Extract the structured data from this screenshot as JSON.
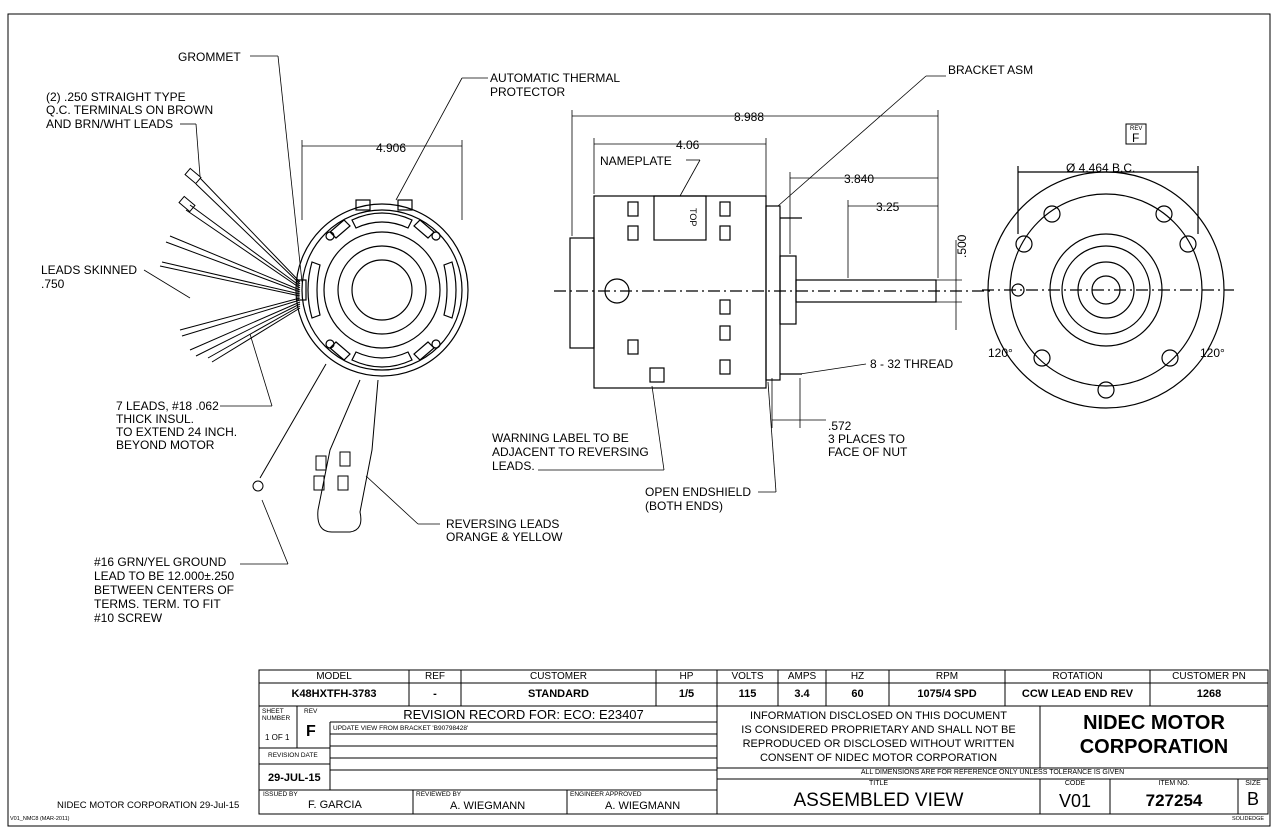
{
  "labels": {
    "grommet": "GROMMET",
    "terminals": [
      "(2) .250 STRAIGHT TYPE",
      "Q.C. TERMINALS ON BROWN",
      "AND BRN/WHT LEADS"
    ],
    "leads_skinned": [
      "LEADS SKINNED",
      ".750"
    ],
    "seven_leads": [
      "7 LEADS, #18 .062",
      "THICK INSUL.",
      "TO EXTEND 24 INCH.",
      "BEYOND MOTOR"
    ],
    "ground": [
      "#16 GRN/YEL GROUND",
      "LEAD TO BE 12.000±.250",
      "BETWEEN CENTERS OF",
      "TERMS. TERM. TO FIT",
      " #10 SCREW"
    ],
    "thermal": [
      "AUTOMATIC THERMAL",
      "PROTECTOR"
    ],
    "reversing": [
      "REVERSING LEADS",
      "ORANGE & YELLOW"
    ],
    "nameplate": "NAMEPLATE",
    "top": "TOP",
    "warning": [
      "WARNING LABEL TO BE",
      "ADJACENT TO REVERSING",
      "LEADS."
    ],
    "open_endshield": [
      "OPEN ENDSHIELD",
      "(BOTH ENDS)"
    ],
    "bracket_asm": "BRACKET ASM",
    "thread": "8 - 32 THREAD",
    "places": [
      ".572",
      "3 PLACES TO",
      "FACE OF NUT"
    ],
    "rev_mark": "F",
    "rev_small": "REV"
  },
  "dimensions": {
    "front_width": "4.906",
    "overall": "8.988",
    "body": "4.06",
    "shaft1": "3.840",
    "shaft2": "3.25",
    "shaft_dia": ".500",
    "bolt_circle": "Ø 4.464 B.C.",
    "angle_left": "120°",
    "angle_right": "120°"
  },
  "title_block": {
    "headers": {
      "model": "MODEL",
      "ref": "REF",
      "customer": "CUSTOMER",
      "hp": "HP",
      "volts": "VOLTS",
      "amps": "AMPS",
      "hz": "HZ",
      "rpm": "RPM",
      "rotation": "ROTATION",
      "customer_pn": "CUSTOMER PN"
    },
    "values": {
      "model": "K48HXTFH-3783",
      "ref": "-",
      "customer": "STANDARD",
      "hp": "1/5",
      "volts": "115",
      "amps": "3.4",
      "hz": "60",
      "rpm": "1075/4 SPD",
      "rotation": "CCW LEAD END REV",
      "customer_pn": "1268"
    },
    "sheet_number_label": "SHEET NUMBER",
    "sheet_number": "1 OF 1",
    "rev_label": "REV",
    "rev": "F",
    "revision_record": "REVISION RECORD FOR: ECO: E23407",
    "update_note": "UPDATE VIEW FROM BRACKET 'B90798428'",
    "revision_date_label": "REVISION DATE",
    "revision_date": "29-JUL-15",
    "issued_by_label": "ISSUED BY",
    "issued_by": "F. GARCIA",
    "reviewed_by_label": "REVIEWED BY",
    "reviewed_by": "A. WIEGMANN",
    "engineer_label": "ENGINEER APPROVED",
    "engineer": "A. WIEGMANN",
    "disclaimer": [
      "INFORMATION DISCLOSED ON THIS DOCUMENT",
      "IS CONSIDERED PROPRIETARY AND SHALL NOT BE",
      "REPRODUCED OR DISCLOSED WITHOUT WRITTEN",
      "CONSENT OF NIDEC MOTOR CORPORATION"
    ],
    "company": [
      "NIDEC MOTOR",
      "CORPORATION"
    ],
    "dimension_note": "ALL DIMENSIONS ARE FOR REFERENCE ONLY UNLESS TOLERANCE IS GIVEN",
    "title_label": "TITLE",
    "title": "ASSEMBLED VIEW",
    "code_label": "CODE",
    "code": "V01",
    "item_label": "ITEM NO.",
    "item": "727254",
    "size_label": "SIZE",
    "size": "B"
  },
  "footer": {
    "left_small": "V01_NMC8 (MAR-2011)",
    "company_date": "NIDEC MOTOR CORPORATION 29-Jul-15",
    "right_small": "SOLIDEDGE"
  }
}
